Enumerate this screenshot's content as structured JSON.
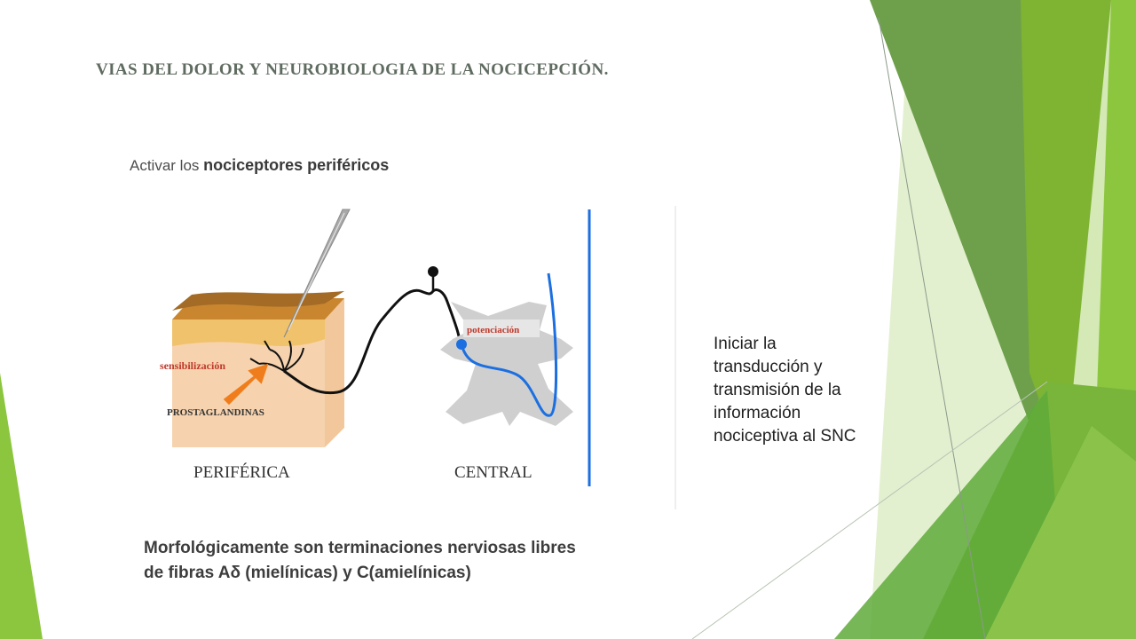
{
  "slide": {
    "title": "VIAS DEL DOLOR Y NEUROBIOLOGIA DE LA NOCICEPCIÓN.",
    "subtitle_prefix": "Activar los ",
    "subtitle_emphasis": "nociceptores periféricos",
    "side_text": "Iniciar la\ntransducción y\ntransmisión de la\ninformación\nnociceptiva al SNC",
    "bottom_text": "Morfológicamente son terminaciones nerviosas libres\nde fibras Aδ (mielínicas) y C(amielínicas)"
  },
  "figure": {
    "labels": {
      "sensitization": "sensibilización",
      "prostaglandins": "PROSTAGLANDINAS",
      "potentiation": "potenciación",
      "peripheral": "PERIFÉRICA",
      "central": "CENTRAL"
    }
  },
  "colors": {
    "title": "#5f6b60",
    "accent_green": "#8cc63f",
    "dark_green": "#5b9a33",
    "skin": "#f6d3ae",
    "skin_top": "#e9b769",
    "cord": "#cfcfcf",
    "nerve_blue": "#1c6fe0",
    "label_red": "#c0392b",
    "arrow_orange": "#f07d1c"
  }
}
